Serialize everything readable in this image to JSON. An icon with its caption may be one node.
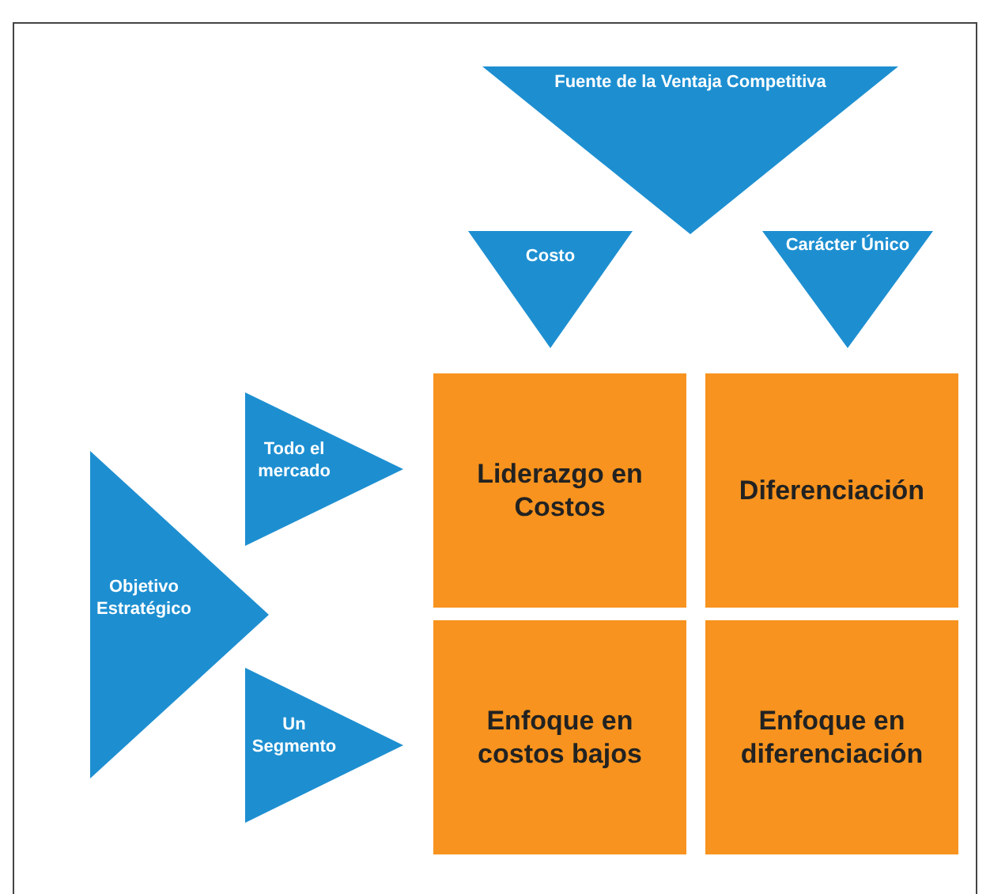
{
  "diagram": {
    "nodes": [
      {
        "text": [
          "Fuente de la Ventaja Competitiva"
        ]
      },
      {
        "text": [
          "Costo"
        ]
      },
      {
        "text": [
          "Carácter Único"
        ]
      },
      {
        "text": [
          "Objetivo Estratégico"
        ]
      },
      {
        "text": [
          "Todo el mercado"
        ]
      },
      {
        "text": [
          "Un Segmento"
        ]
      },
      {
        "text": [
          "Liderazgo en Costos"
        ]
      },
      {
        "text": [
          "Diferenciación"
        ]
      },
      {
        "text": [
          "Enfoque en costos bajos"
        ]
      },
      {
        "text": [
          "Enfoque en diferenciación"
        ]
      }
    ]
  }
}
